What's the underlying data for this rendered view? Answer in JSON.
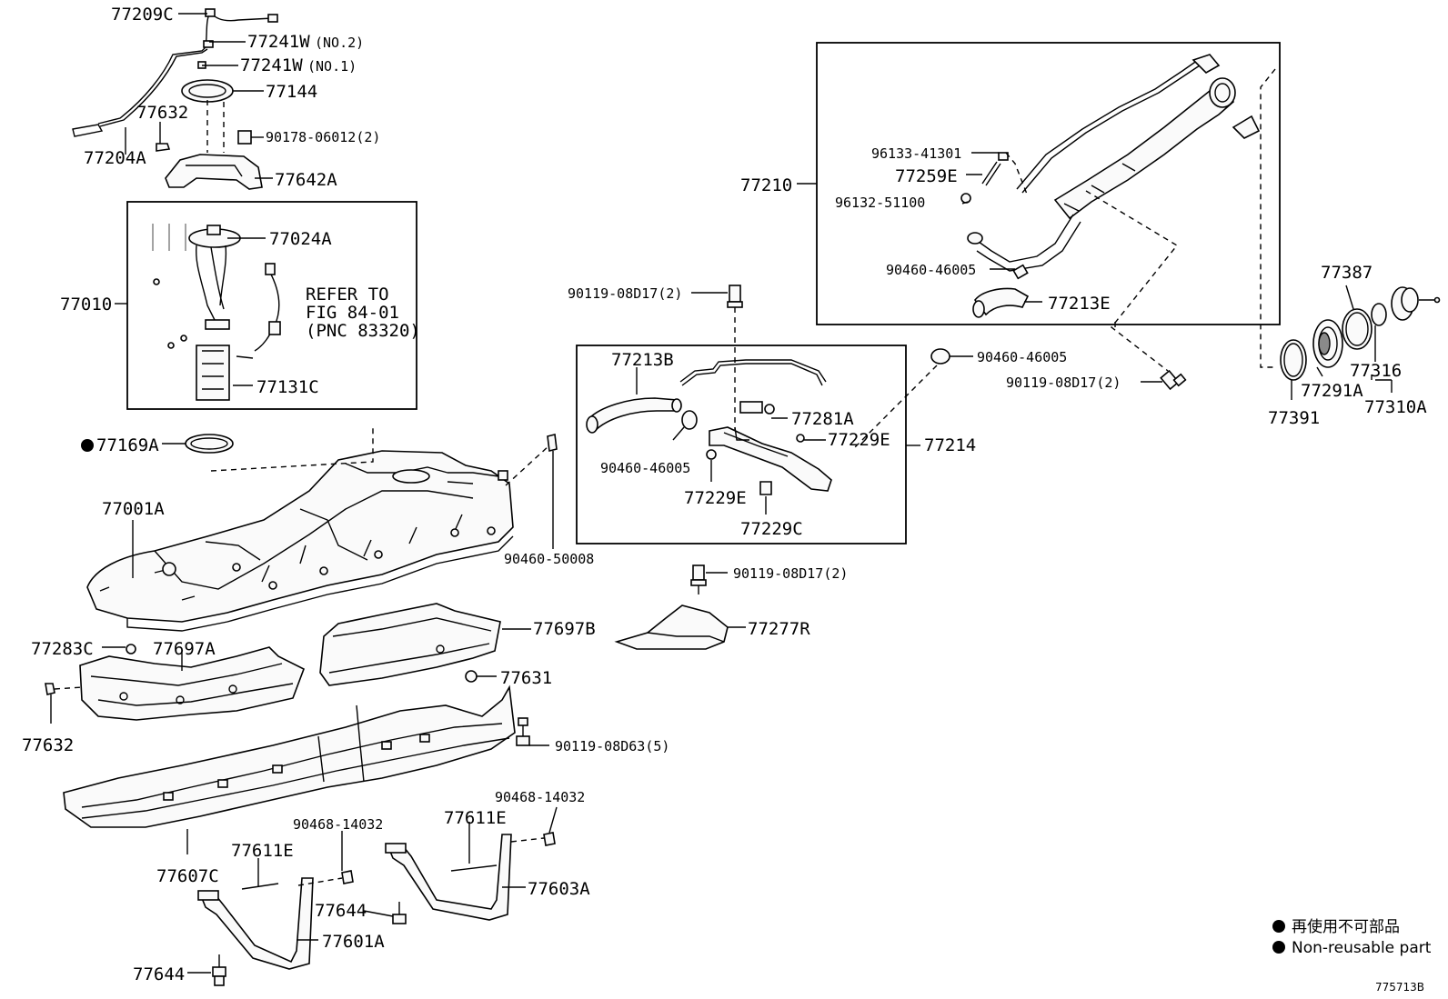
{
  "labels": {
    "p77209C": "77209C",
    "p77241W_no2": "77241W",
    "p77241W_no2_suffix": "(NO.2)",
    "p77241W_no1": "77241W",
    "p77241W_no1_suffix": "(NO.1)",
    "p77144": "77144",
    "p77632_top": "77632",
    "p90178": "90178-06012(2)",
    "p77204A": "77204A",
    "p77642A": "77642A",
    "p77024A": "77024A",
    "p77010": "77010",
    "refer1": "REFER TO",
    "refer2": "FIG 84-01",
    "refer3": "(PNC 83320)",
    "p77131C": "77131C",
    "p77169A": "77169A",
    "p77001A": "77001A",
    "p77283C": "77283C",
    "p77697A": "77697A",
    "p77632_bot": "77632",
    "p77697B": "77697B",
    "p77631": "77631",
    "p90119_08D63": "90119-08D63(5)",
    "p77607C": "77607C",
    "p77611E_left": "77611E",
    "p90468_left": "90468-14032",
    "p77644_mid": "77644",
    "p77601A": "77601A",
    "p77644_bot": "77644",
    "p90468_right": "90468-14032",
    "p77611E_right": "77611E",
    "p77603A": "77603A",
    "p90119_08D17_center": "90119-08D17(2)",
    "p77213B": "77213B",
    "p77281A": "77281A",
    "p77229E_right": "77229E",
    "p77214": "77214",
    "p90460_46005_mid": "90460-46005",
    "p77229E_mid": "77229E",
    "p77229C": "77229C",
    "p90460_50008": "90460-50008",
    "p90119_08D17_low": "90119-08D17(2)",
    "p77277R": "77277R",
    "p96133": "96133-41301",
    "p77259E": "77259E",
    "p96132": "96132-51100",
    "p77210": "77210",
    "p90460_46005_top": "90460-46005",
    "p77213E": "77213E",
    "p90460_46005_right": "90460-46005",
    "p90119_08D17_right": "90119-08D17(2)",
    "p77387": "77387",
    "p77316": "77316",
    "p77291A": "77291A",
    "p77310A": "77310A",
    "p77391": "77391"
  },
  "legend": {
    "jp": "再使用不可部品",
    "en": "Non-reusable part"
  },
  "figure_id": "775713B"
}
